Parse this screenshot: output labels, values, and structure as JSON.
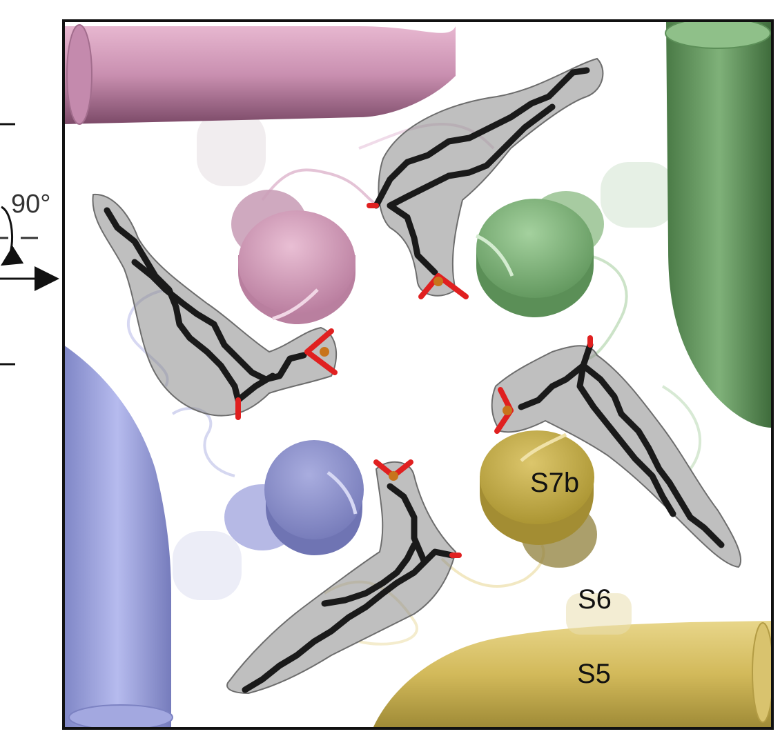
{
  "figure": {
    "rotation_label": "90°",
    "helix_labels": {
      "s7b": "S7b",
      "s6": "S6",
      "s5": "S5"
    }
  },
  "colors": {
    "pink": "#c98fb0",
    "green": "#6fa36a",
    "blue": "#9da3dc",
    "yellow": "#d7c05c",
    "lipid": "#1a1a1a",
    "density": "#8a8a8a",
    "oxygen": "#e02020",
    "phosphorus": "#c8741c"
  }
}
